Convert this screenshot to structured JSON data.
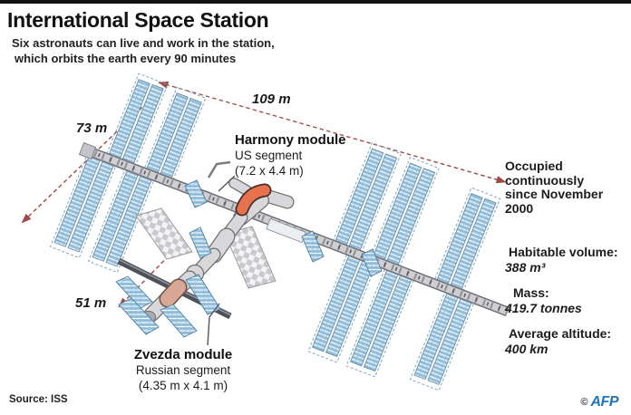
{
  "header": {
    "title": "International Space Station",
    "subtitle_lines": [
      "Six astronauts can live and work in the station,",
      "which orbits the earth every 90 minutes"
    ]
  },
  "dimensions": {
    "length_label": "109 m",
    "width_label": "73 m",
    "russian_length_label": "51 m"
  },
  "module_labels": {
    "harmony": {
      "name": "Harmony module",
      "segment": "US segment",
      "size": "(7.2 x 4.4 m)"
    },
    "zvezda": {
      "name": "Zvezda module",
      "segment": "Russian segment",
      "size": "(4.35 m x 4.1 m)"
    }
  },
  "facts": {
    "occupied": "Occupied\ncontinuously\nsince November\n2000",
    "stats": [
      {
        "label": "Habitable volume:",
        "value": "388 m³"
      },
      {
        "label": "Mass:",
        "value": "419.7 tonnes"
      },
      {
        "label": "Average altitude:",
        "value": "400 km"
      }
    ]
  },
  "footer": {
    "source": "Source: ISS",
    "copyright": "©",
    "credit": "AFP"
  },
  "colors": {
    "dimension_red": "#9e4a45",
    "solar_blue": "#9fc6e0",
    "harmony_orange": "#e8724e",
    "zvezda_tan": "#d9a795",
    "afp_blue": "#1f74bc",
    "top_bar": "#111111"
  }
}
